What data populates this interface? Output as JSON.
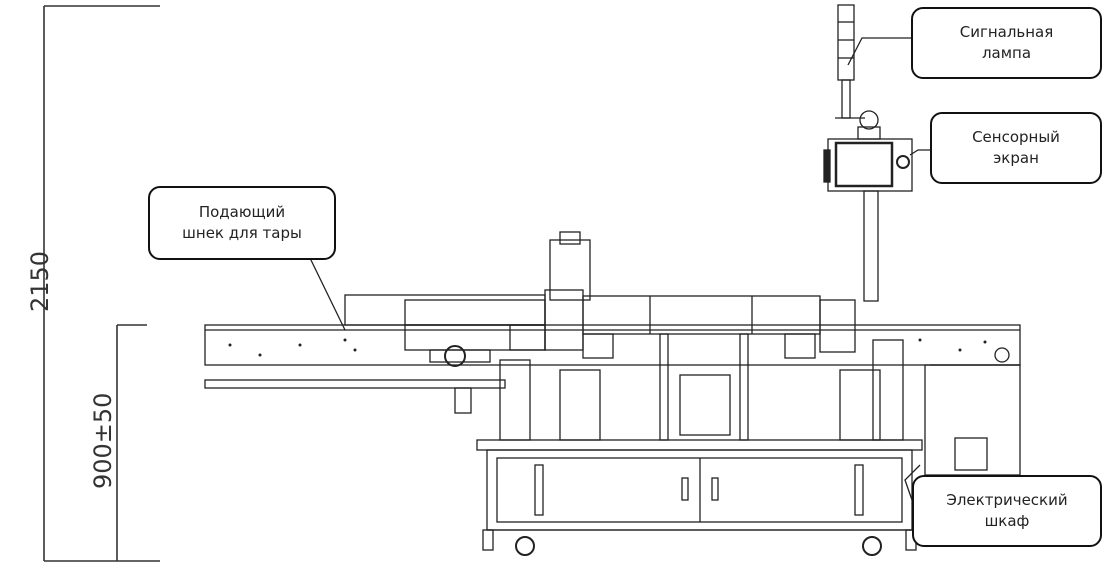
{
  "dimensions": {
    "total_height": "2150",
    "conveyor_height": "900±50"
  },
  "callouts": {
    "signal_lamp": {
      "line1": "Сигнальная",
      "line2": "лампа"
    },
    "touch_screen": {
      "line1": "Сенсорный",
      "line2": "экран"
    },
    "feed_screw": {
      "line1": "Подающий",
      "line2": "шнек для тары"
    },
    "electric_cabinet": {
      "line1": "Электрический",
      "line2": "шкаф"
    }
  }
}
